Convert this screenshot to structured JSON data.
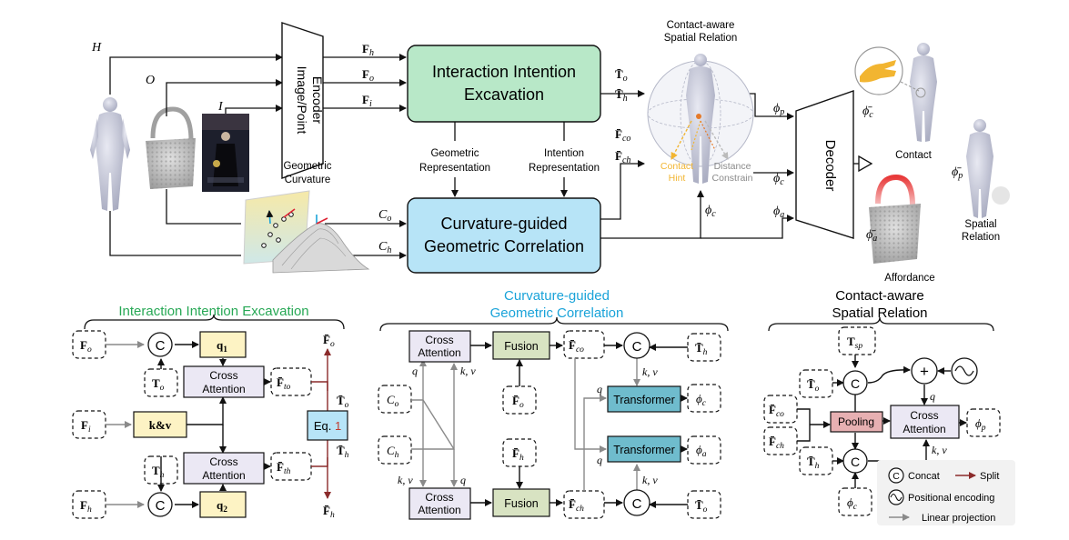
{
  "top": {
    "inputs": {
      "h": "H",
      "o": "O",
      "i": "I"
    },
    "encoder": {
      "line1": "Image/Point",
      "line2": "Encoder"
    },
    "features": {
      "fh": "F",
      "fh_sub": "h",
      "fo": "F",
      "fo_sub": "o",
      "fi": "F",
      "fi_sub": "i"
    },
    "iie": {
      "line1": "Interaction Intention",
      "line2": "Excavation"
    },
    "cgc": {
      "line1": "Curvature-guided",
      "line2": "Geometric Correlation"
    },
    "geo_rep": {
      "line1": "Geometric",
      "line2": "Representation"
    },
    "int_rep": {
      "line1": "Intention",
      "line2": "Representation"
    },
    "geo_curv": {
      "line1": "Geometric",
      "line2": "Curvature"
    },
    "co": {
      "main": "C",
      "sub": "o"
    },
    "ch": {
      "main": "C",
      "sub": "h"
    },
    "to": {
      "main": "T̄",
      "sub": "o"
    },
    "th": {
      "main": "T̄",
      "sub": "h"
    },
    "fco": {
      "main": "F̄",
      "sub": "co"
    },
    "fch": {
      "main": "F̄",
      "sub": "ch"
    },
    "csr": {
      "line1": "Contact-aware",
      "line2": "Spatial Relation"
    },
    "contact_hint": {
      "line1": "Contact",
      "line2": "Hint"
    },
    "distance": {
      "line1": "Distance",
      "line2": "Constrain"
    },
    "phi_c_mid": {
      "main": "ϕ",
      "sub": "c"
    },
    "decoder": "Decoder",
    "phi_p": {
      "main": "ϕ",
      "sub": "p"
    },
    "phi_c": {
      "main": "ϕ",
      "sub": "c"
    },
    "phi_a": {
      "main": "ϕ",
      "sub": "a"
    },
    "bar_phi_c": {
      "main": "ϕ̄",
      "sub": "c"
    },
    "bar_phi_p": {
      "main": "ϕ̄",
      "sub": "p"
    },
    "bar_phi_a": {
      "main": "ϕ̄",
      "sub": "a"
    },
    "contact": "Contact",
    "spatial": {
      "line1": "Spatial",
      "line2": "Relation"
    },
    "affordance": "Affordance"
  },
  "iie_panel": {
    "title": "Interaction Intention Excavation",
    "fo": {
      "main": "F",
      "sub": "o"
    },
    "fi": {
      "main": "F",
      "sub": "i"
    },
    "fh": {
      "main": "F",
      "sub": "h"
    },
    "to": {
      "main": "T",
      "sub": "o"
    },
    "th": {
      "main": "T",
      "sub": "h"
    },
    "concat": "C",
    "q1": {
      "main": "q",
      "sub": "1"
    },
    "q2": {
      "main": "q",
      "sub": "2"
    },
    "kv": "k&v",
    "cross1": {
      "line1": "Cross",
      "line2": "Attention"
    },
    "cross2": {
      "line1": "Cross",
      "line2": "Attention"
    },
    "fto": {
      "main": "F̄",
      "sub": "to"
    },
    "fth": {
      "main": "F̄",
      "sub": "th"
    },
    "eq_prefix": "Eq. ",
    "eq_num": "1",
    "bfo": {
      "main": "F̄",
      "sub": "o"
    },
    "bto": {
      "main": "T̄",
      "sub": "o"
    },
    "bth": {
      "main": "T̄",
      "sub": "h"
    },
    "bfh": {
      "main": "F̄",
      "sub": "h"
    }
  },
  "cgc_panel": {
    "title1": "Curvature-guided",
    "title2": "Geometric Correlation",
    "cross_top": {
      "line1": "Cross",
      "line2": "Attention"
    },
    "cross_bot": {
      "line1": "Cross",
      "line2": "Attention"
    },
    "fusion_top": "Fusion",
    "fusion_bot": "Fusion",
    "fo": {
      "main": "F̄",
      "sub": "o"
    },
    "fh": {
      "main": "F̄",
      "sub": "h"
    },
    "co": {
      "main": "C",
      "sub": "o"
    },
    "ch": {
      "main": "C",
      "sub": "h"
    },
    "fco": {
      "main": "F̄",
      "sub": "co"
    },
    "fch": {
      "main": "F̄",
      "sub": "ch"
    },
    "th": {
      "main": "T̄",
      "sub": "h"
    },
    "to": {
      "main": "T̄",
      "sub": "o"
    },
    "concat": "C",
    "transformer1": "Transformer",
    "transformer2": "Transformer",
    "phi_c": {
      "main": "ϕ",
      "sub": "c"
    },
    "phi_a": {
      "main": "ϕ",
      "sub": "a"
    },
    "q": "q",
    "kv": "k, v"
  },
  "csr_panel": {
    "title1": "Contact-aware",
    "title2": "Spatial Relation",
    "tsp": {
      "main": "T",
      "sub": "sp"
    },
    "to": {
      "main": "T̄",
      "sub": "o"
    },
    "fco": {
      "main": "F̄",
      "sub": "co"
    },
    "fch": {
      "main": "F̄",
      "sub": "ch"
    },
    "th": {
      "main": "T̄",
      "sub": "h"
    },
    "phi_c": {
      "main": "ϕ",
      "sub": "c"
    },
    "phi_p": {
      "main": "ϕ",
      "sub": "p"
    },
    "concat": "C",
    "plus": "+",
    "pooling": "Pooling",
    "cross": {
      "line1": "Cross",
      "line2": "Attention"
    },
    "q": "q",
    "kv": "k, v"
  },
  "legend": {
    "concat_sym": "C",
    "concat": "Concat",
    "split": "Split",
    "positional": "Positional encoding",
    "linear": "Linear projection"
  },
  "colors": {
    "green": "#b8e8c8",
    "blue": "#b7e4f7",
    "lavender": "#ebe8f4",
    "yellow": "#fdf3c4",
    "olive": "#d8e3c2",
    "teal": "#6fbccd",
    "pink": "#e7b0b2",
    "red": "#8b2b2b",
    "gray": "#8a8a8a",
    "iie_title": "#27a855",
    "cgc_title": "#1aa3d9",
    "eq_ref": "#c0392b",
    "orange": "#f2b531"
  }
}
